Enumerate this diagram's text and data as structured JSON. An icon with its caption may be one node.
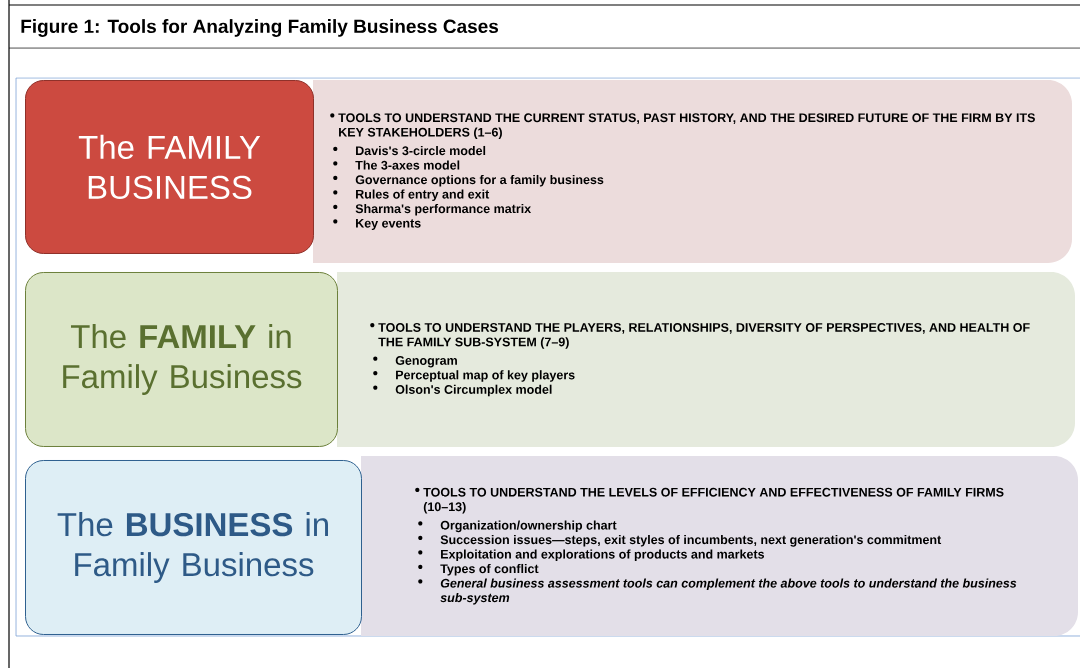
{
  "diagram": {
    "title": "Figure 1: Tools for Analyzing Family Business Cases",
    "nodes": [
      {
        "text": [
          "The FAMILY BUSINESS"
        ]
      },
      {
        "text": [
          "TOOLS TO UNDERSTAND THE CURRENT STATUS, PAST HISTORY, AND THE DESIRED FUTURE OF THE FIRM BY ITS KEY STAKEHOLDERS (1–6)",
          "Davis's 3-circle model",
          "The 3-axes model",
          "Governance options for a family business",
          "Rules of entry and exit",
          "Sharma's performance matrix",
          "Key events"
        ]
      },
      {
        "text": [
          "The **FAMILY** in Family Business"
        ]
      },
      {
        "text": [
          "TOOLS TO UNDERSTAND THE PLAYERS, RELATIONSHIPS, DIVERSITY OF PERSPECTIVES, AND HEALTH OF THE FAMILY SUB-SYSTEM (7–9)",
          "Genogram",
          "Perceptual map of key players",
          "Olson's Circumplex model"
        ]
      },
      {
        "text": [
          "The **BUSINESS** in Family Business"
        ]
      },
      {
        "text": [
          "TOOLS TO UNDERSTAND THE LEVELS OF EFFICIENCY AND EFFECTIVENESS OF FAMILY FIRMS (10–13)",
          "Organization/ownership chart",
          "Succession issues—steps, exit styles of incumbents, next generation's commitment",
          "Exploitation and explorations of products and markets",
          "Types of conflict",
          "General business assessment tools can complement the above tools to understand the business sub-system"
        ]
      }
    ]
  }
}
